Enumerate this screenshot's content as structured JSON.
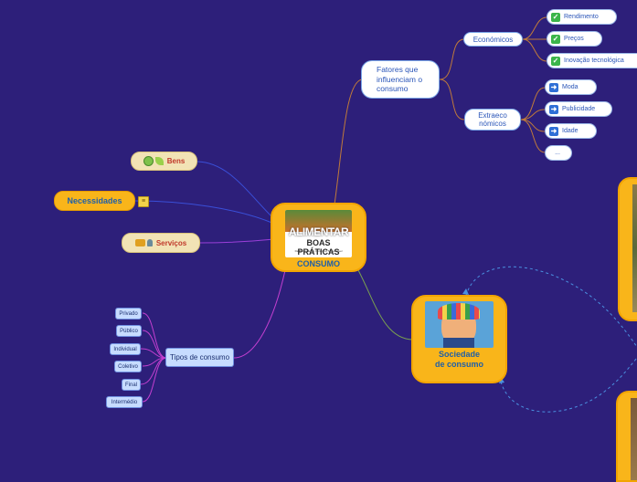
{
  "central": {
    "label": "CONSUMO",
    "image_text": {
      "title1": "ALIMENTAR",
      "title2": "BOAS PRÁTICAS",
      "subtitle": "Da Produção ao Consumo Sustentável"
    }
  },
  "bens": {
    "label": "Bens"
  },
  "necessidades": {
    "label": "Necessidades"
  },
  "servicos": {
    "label": "Serviços"
  },
  "fatores": {
    "label": "Fatores que influenciam o consumo"
  },
  "economicos": {
    "label": "Económicos",
    "items": [
      "Rendimento",
      "Preços",
      "Inovação tecnológica"
    ]
  },
  "extraeconomicos": {
    "label": "Extraeco nómicos",
    "items": [
      "Moda",
      "Publicidade",
      "Idade",
      "..."
    ]
  },
  "tipos": {
    "label": "Tipos de consumo",
    "items": [
      "Privado",
      "Público",
      "Individual",
      "Coletivo",
      "Final",
      "Intermédio"
    ]
  },
  "sociedade": {
    "label": "Sociedade de consumo"
  },
  "colors": {
    "background": "#2d1f7a",
    "central": "#f9b51a",
    "text_central": "#1f5fa8"
  }
}
